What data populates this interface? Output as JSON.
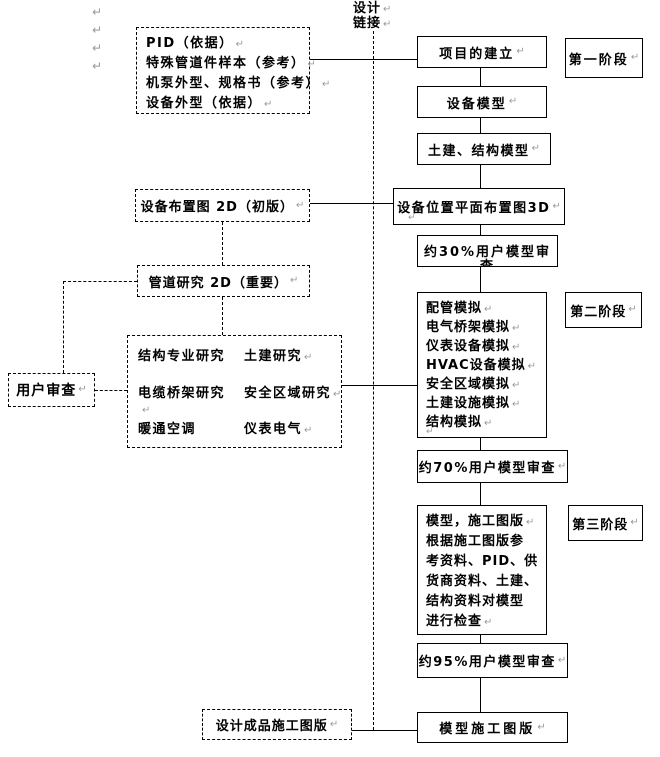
{
  "colors": {
    "bg": "#ffffff",
    "ink": "#000000",
    "mark": "#999999"
  },
  "glyphs": {
    "return_mark": "↵"
  },
  "top_label": {
    "line1": "设计",
    "line2": "链接"
  },
  "stages": {
    "stage1": "第一阶段",
    "stage2": "第二阶段",
    "stage3": "第三阶段"
  },
  "boxes": {
    "docs": {
      "lines": [
        "PID（依据）",
        "特殊管道件样本（参考）",
        "机泵外型、规格书（参考）",
        "设备外型（依据）"
      ]
    },
    "project": {
      "label": "项目的建立"
    },
    "equipment_model": {
      "label": "设备模型"
    },
    "civil_structure": {
      "label": "土建、结构模型"
    },
    "layout3d": {
      "label": "设备位置平面布置图3D"
    },
    "review30": {
      "label": "约30%用户模型审",
      "wrap": "查"
    },
    "simulation": {
      "lines": [
        "配管模拟",
        "电气桥架模拟",
        "仪表设备模拟",
        "HVAC设备模拟",
        "安全区域模拟",
        "土建设施模拟",
        "结构模拟"
      ]
    },
    "review70": {
      "label": "约70%用户模型审查"
    },
    "drawing_work": {
      "lines": [
        "模型，施工图版",
        "根据施工图版参",
        "考资料、PID、供",
        "货商资料、土建、",
        "结构资料对模型",
        "进行检查"
      ]
    },
    "review95": {
      "label": "约95%用户模型审查"
    },
    "model_drawing": {
      "label": "模型施工图版"
    },
    "equipment_layout2d": {
      "label": "设备布置图 2D（初版）"
    },
    "piping_study": {
      "label": "管道研究 2D（重要）"
    },
    "studies": {
      "rows": [
        {
          "left": "结构专业研究",
          "right": "土建研究"
        },
        {
          "left": "电缆桥架研究",
          "right": "安全区域研究"
        },
        {
          "left": "暖通空调",
          "right": "仪表电气"
        }
      ]
    },
    "user_review": {
      "label": "用户审查"
    },
    "final_drawing": {
      "label": "设计成品施工图版"
    }
  }
}
